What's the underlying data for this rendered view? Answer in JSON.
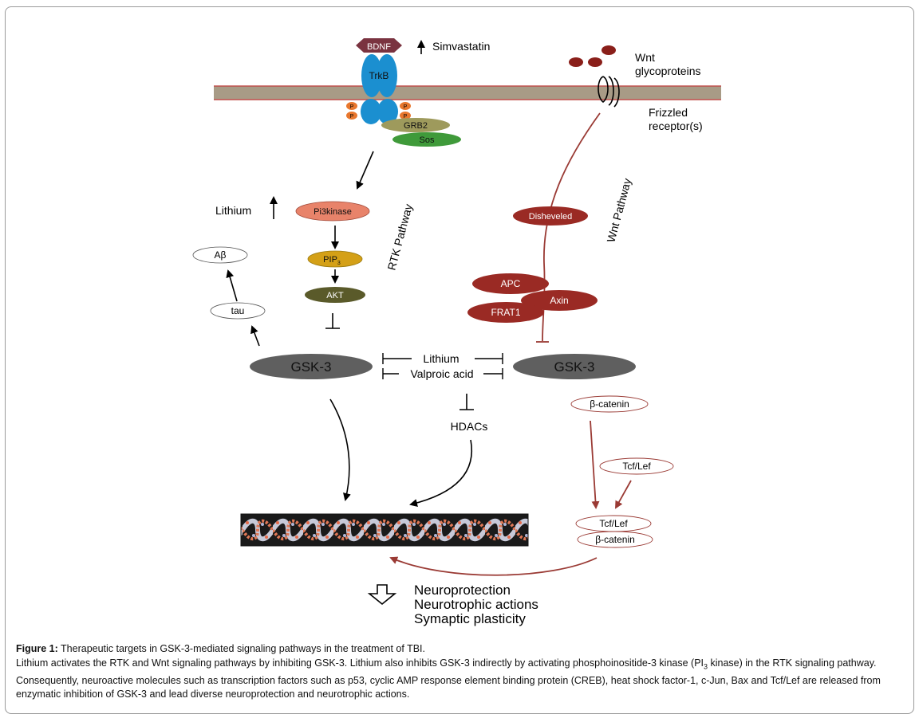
{
  "receptors": {
    "bdnf": "BDNF",
    "simvastatin": "Simvastatin",
    "trkb": "TrkB",
    "p": "P",
    "grb2": "GRB2",
    "sos": "Sos",
    "wnt_line1": "Wnt",
    "wnt_line2": "glycoproteins",
    "frizzled_line1": "Frizzled",
    "frizzled_line2": "receptor(s)"
  },
  "rtk": {
    "lithium": "Lithium",
    "pi3kinase": "Pi3kinase",
    "pip": "PIP",
    "pip_sub": "3",
    "akt": "AKT",
    "pathway_label": "RTK Pathway",
    "abeta": "Aβ",
    "tau": "tau",
    "gsk3": "GSK-3"
  },
  "center": {
    "lithium": "Lithium",
    "valproic": "Valproic acid",
    "hdacs": "HDACs"
  },
  "wnt": {
    "pathway_label": "Wnt Pathway",
    "disheveled": "Disheveled",
    "apc": "APC",
    "axin": "Axin",
    "frat1": "FRAT1",
    "gsk3": "GSK-3",
    "bcatenin": "β-catenin",
    "tcflef": "Tcf/Lef",
    "tcflef2": "Tcf/Lef",
    "bcatenin2": "β-catenin"
  },
  "outcomes": [
    "Neuroprotection",
    "Neurotrophic actions",
    "Symaptic plasticity"
  ],
  "caption": {
    "label": "Figure 1:",
    "title": " Therapeutic targets in GSK-3-mediated signaling pathways in the treatment of TBI.",
    "body_part1": "Lithium activates the RTK and Wnt signaling pathways by inhibiting GSK-3. Lithium also inhibits GSK-3 indirectly by activating phosphoinositide-3 kinase (PI",
    "body_sub": "3",
    "body_part2": " kinase) in the RTK signaling pathway. Consequently, neuroactive molecules such as transcription factors such as p53, cyclic AMP response element binding protein (CREB), heat shock factor-1, c-Jun, Bax and Tcf/Lef are released from enzymatic inhibition of GSK-3 and lead diverse neuroprotection and neurotrophic actions."
  },
  "colors": {
    "membrane": "#a89b86",
    "membrane_edge": "#c0504d",
    "bdnf": "#7a3340",
    "trkb": "#1b8fd0",
    "phospho": "#e8772e",
    "grb2": "#9e9a5c",
    "sos": "#3f9a3a",
    "pi3kinase": "#e8836a",
    "pip3": "#d4a017",
    "akt": "#5a5a2a",
    "gsk3": "#5f5f5f",
    "wnt_protein": "#9a2a24",
    "wnt_line": "#9a3a34"
  }
}
